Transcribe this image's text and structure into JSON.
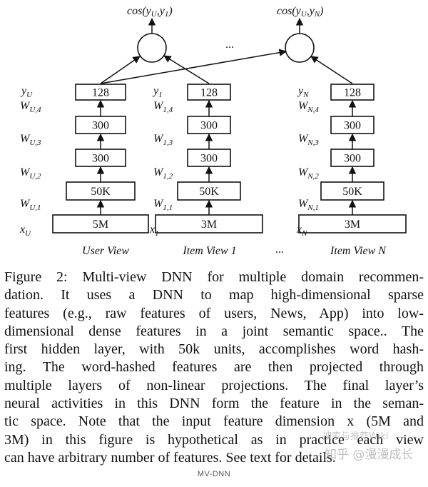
{
  "diagram": {
    "outputs": {
      "left": "cos(y",
      "left_sub": "U",
      "left_sep": ",y",
      "left_sub2": "1",
      "right": "cos(y",
      "right_sub": "U",
      "right_sep": ",y",
      "right_sub2": "N",
      "ellipsis": "..."
    },
    "columns": [
      {
        "view": "User View",
        "y_label": "y",
        "y_sub": "U",
        "x_label": "x",
        "x_sub": "U",
        "layers": [
          "128",
          "300",
          "300",
          "50K",
          "5M"
        ],
        "weights": [
          {
            "w": "W",
            "sub": "U,4"
          },
          {
            "w": "W",
            "sub": "U,3"
          },
          {
            "w": "W",
            "sub": "U,2"
          },
          {
            "w": "W",
            "sub": "U,1"
          }
        ]
      },
      {
        "view": "Item View 1",
        "y_label": "y",
        "y_sub": "1",
        "x_label": "x",
        "x_sub": "1",
        "layers": [
          "128",
          "300",
          "300",
          "50K",
          "3M"
        ],
        "weights": [
          {
            "w": "W",
            "sub": "1,4"
          },
          {
            "w": "W",
            "sub": "1,3"
          },
          {
            "w": "W",
            "sub": "1,2"
          },
          {
            "w": "W",
            "sub": "1,1"
          }
        ]
      },
      {
        "view": "Item View N",
        "y_label": "y",
        "y_sub": "N",
        "x_label": "x",
        "x_sub": "N",
        "layers": [
          "128",
          "300",
          "300",
          "50K",
          "3M"
        ],
        "weights": [
          {
            "w": "W",
            "sub": "N,4"
          },
          {
            "w": "W",
            "sub": "N,3"
          },
          {
            "w": "W",
            "sub": "N,2"
          },
          {
            "w": "W",
            "sub": "N,1"
          }
        ]
      }
    ],
    "views_ellipsis": "..."
  },
  "caption": {
    "lines": [
      "Figure 2: Multi-view DNN for multiple domain recommen-",
      "dation.  It uses a DNN to map high-dimensional sparse",
      "features (e.g., raw features of users, News, App) into low-",
      "dimensional dense features in a joint semantic space.. The",
      "first hidden layer, with 50k units, accomplishes word hash-",
      "ing.  The word-hashed features are then projected through",
      "multiple layers of non-linear projections.  The final layer’s",
      "neural activities in this DNN form the feature in the seman-",
      "tic space. Note that the input feature dimension x (5M and",
      "3M) in this figure is hypothetical as in practice each view",
      "can have arbitrary number of features. See text for details."
    ]
  },
  "footer": "MV-DNN",
  "watermark": {
    "line1": "搜索与推荐Wiki",
    "line2": "知乎 @漫漫成长"
  }
}
